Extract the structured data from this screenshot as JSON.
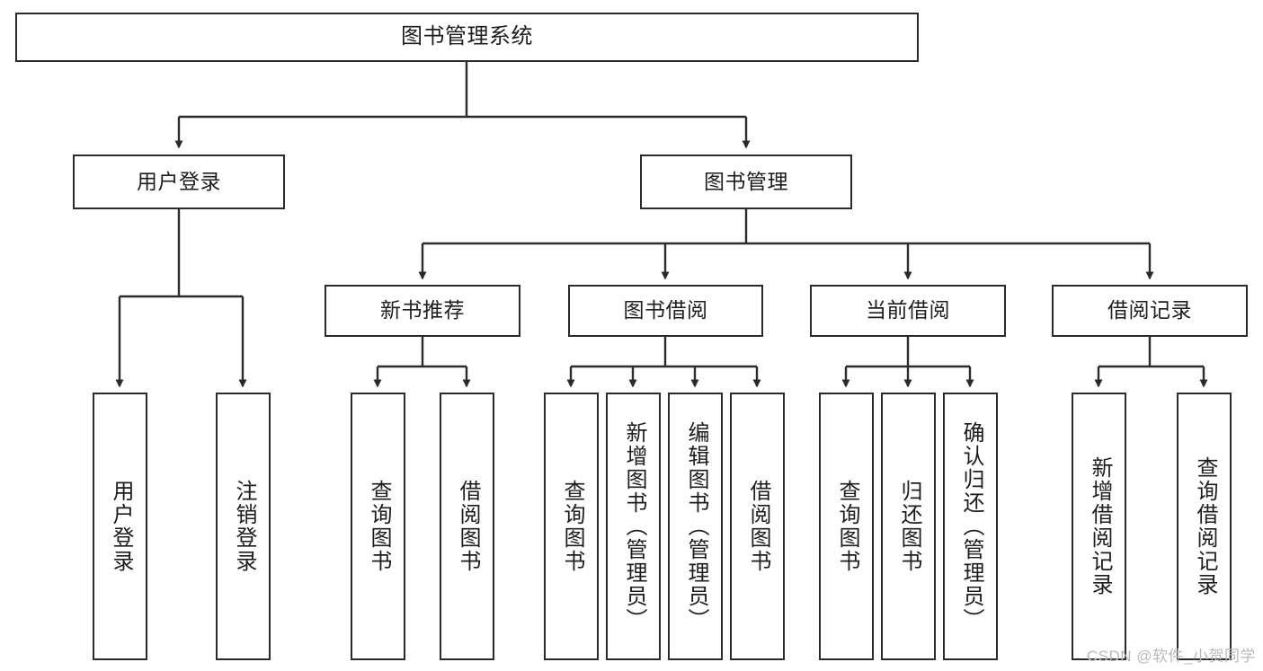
{
  "diagram": {
    "title": "图书管理系统",
    "type": "tree",
    "orientation": "top-down",
    "root": {
      "id": "root",
      "label": "图书管理系统"
    },
    "level2": [
      {
        "id": "user-login",
        "label": "用户登录"
      },
      {
        "id": "book-manage",
        "label": "图书管理"
      }
    ],
    "level3": [
      {
        "id": "new-book-rec",
        "label": "新书推荐",
        "parent": "book-manage"
      },
      {
        "id": "book-borrow",
        "label": "图书借阅",
        "parent": "book-manage"
      },
      {
        "id": "current-borrow",
        "label": "当前借阅",
        "parent": "book-manage"
      },
      {
        "id": "borrow-record",
        "label": "借阅记录",
        "parent": "book-manage"
      }
    ],
    "leaves": {
      "user-login": [
        {
          "id": "leaf-user-login",
          "label": "用户登录"
        },
        {
          "id": "leaf-user-logout",
          "label": "注销登录"
        }
      ],
      "new-book-rec": [
        {
          "id": "leaf-query-book-1",
          "label": "查询图书"
        },
        {
          "id": "leaf-borrow-book-1",
          "label": "借阅图书"
        }
      ],
      "book-borrow": [
        {
          "id": "leaf-query-book-2",
          "label": "查询图书"
        },
        {
          "id": "leaf-add-book",
          "label": "新增图书（管理员）"
        },
        {
          "id": "leaf-edit-book",
          "label": "编辑图书（管理员）"
        },
        {
          "id": "leaf-borrow-book-2",
          "label": "借阅图书"
        }
      ],
      "current-borrow": [
        {
          "id": "leaf-query-book-3",
          "label": "查询图书"
        },
        {
          "id": "leaf-return-book",
          "label": "归还图书"
        },
        {
          "id": "leaf-confirm-return",
          "label": "确认归还（管理员）"
        }
      ],
      "borrow-record": [
        {
          "id": "leaf-add-record",
          "label": "新增借阅记录"
        },
        {
          "id": "leaf-query-record",
          "label": "查询借阅记录"
        }
      ]
    },
    "colors": {
      "stroke": "#2b2b2b",
      "fill": "#ffffff",
      "text": "#1d1d1d",
      "watermark": "#b9b9b9"
    }
  },
  "watermark": {
    "text": "CSDN @软件_小贺同学"
  }
}
